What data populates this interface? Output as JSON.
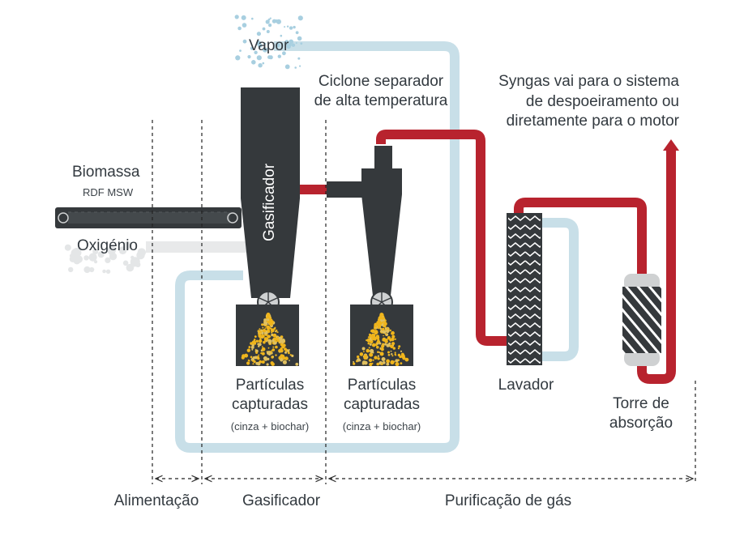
{
  "labels": {
    "vapor": "Vapor",
    "cyclone": [
      "Ciclone separador",
      "de alta temperatura"
    ],
    "syngas": [
      "Syngas vai para o sistema",
      "de despoeiramento ou",
      "diretamente para o motor"
    ],
    "biomass": "Biomassa",
    "rdf": "RDF MSW",
    "oxygen": "Oxigénio",
    "gasifier_body": "Gasificador",
    "particles_left": [
      "Partículas",
      "capturadas",
      "(cinza + biochar)"
    ],
    "particles_right": [
      "Partículas",
      "capturadas",
      "(cinza + biochar)"
    ],
    "scrubber": "Lavador",
    "absorption": [
      "Torre de",
      "absorção"
    ]
  },
  "stages": {
    "feeding": "Alimentação",
    "gasifier": "Gasificador",
    "gas_purification": "Purificação de gás"
  },
  "colors": {
    "dark": "#35393c",
    "red": "#b8232e",
    "light_blue": "#c8dfe8",
    "gold": "#f0b51b",
    "grey": "#cfd1d2",
    "steam": "#a8cfe0",
    "text": "#333a40"
  }
}
